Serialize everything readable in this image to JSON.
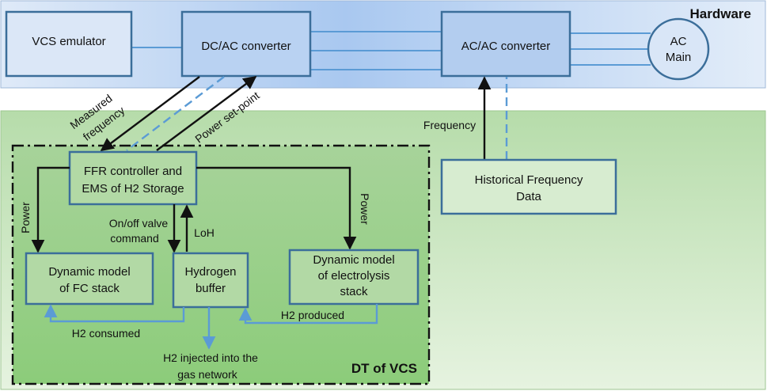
{
  "regions": {
    "hardware": {
      "label": "Hardware"
    },
    "dt": {
      "label": "DT of VCS"
    }
  },
  "blocks": {
    "vcs_emulator": {
      "label": "VCS emulator"
    },
    "dc_ac": {
      "label": "DC/AC converter"
    },
    "ac_ac": {
      "label": "AC/AC converter"
    },
    "ac_main": {
      "line1": "AC",
      "line2": "Main"
    },
    "ffr": {
      "line1": "FFR controller and",
      "line2": "EMS of H2 Storage"
    },
    "historical": {
      "line1": "Historical Frequency",
      "line2": "Data"
    },
    "fc": {
      "line1": "Dynamic model",
      "line2": "of FC stack"
    },
    "buffer": {
      "line1": "Hydrogen",
      "line2": "buffer"
    },
    "electrolysis": {
      "line1": "Dynamic model",
      "line2": "of electrolysis",
      "line3": "stack"
    }
  },
  "edge_labels": {
    "measured_1": "Measured",
    "measured_2": "frequency",
    "power_setpoint": "Power set-point",
    "frequency": "Frequency",
    "power_left": "Power",
    "power_right": "Power",
    "valve_1": "On/off valve",
    "valve_2": "command",
    "loh": "LoH",
    "h2_consumed": "H2 consumed",
    "h2_produced": "H2 produced",
    "h2_injected_1": "H2 injected into the",
    "h2_injected_2": "gas network"
  },
  "colors": {
    "block_stroke": "#3b6e9a",
    "link_blue": "#5b9bd5",
    "hardware_fill": "#cfe0f5",
    "dt_fill": "#cde8c4",
    "arrow_black": "#111111"
  }
}
